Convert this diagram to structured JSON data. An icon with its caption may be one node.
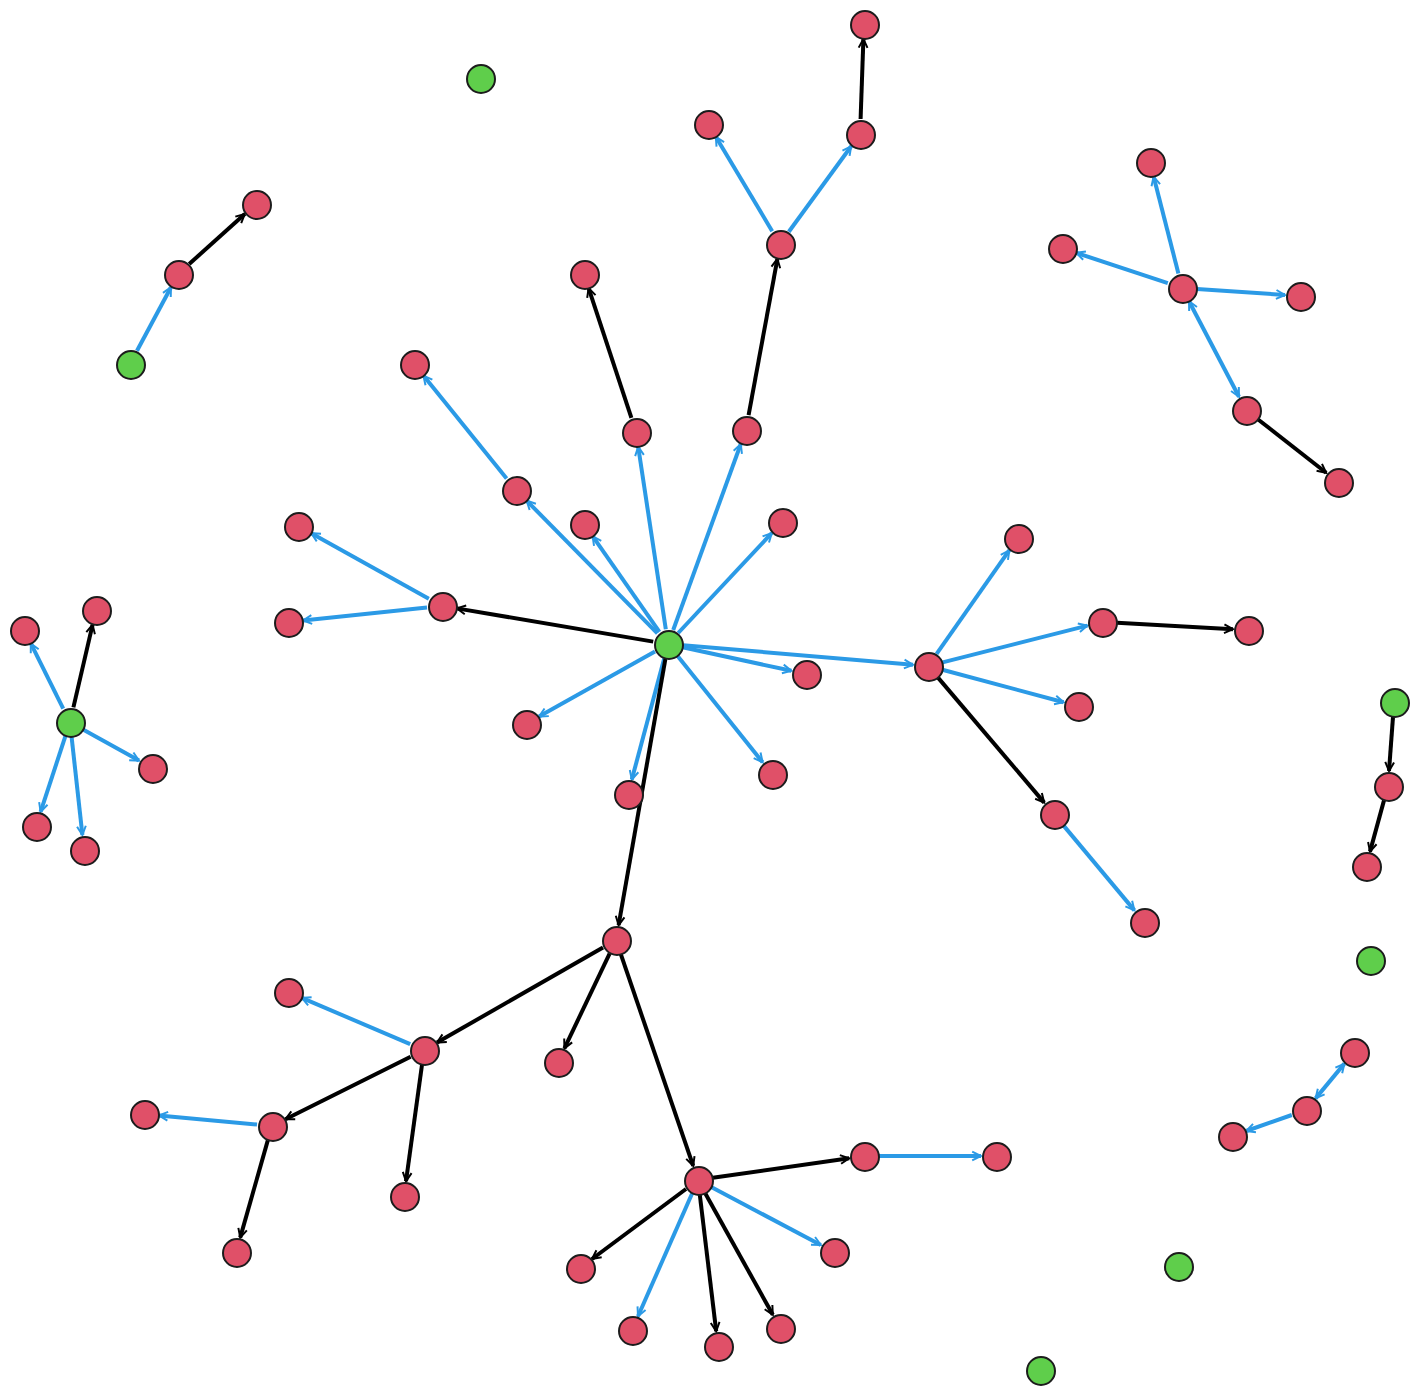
{
  "diagram": {
    "nodes": [
      {
        "text": [],
        "shape": "circle"
      },
      {
        "text": [],
        "shape": "circle"
      },
      {
        "text": [],
        "shape": "circle"
      },
      {
        "text": [],
        "shape": "circle"
      },
      {
        "text": [],
        "shape": "circle"
      },
      {
        "text": [],
        "shape": "circle"
      },
      {
        "text": [],
        "shape": "circle"
      },
      {
        "text": [],
        "shape": "circle"
      },
      {
        "text": [],
        "shape": "circle"
      },
      {
        "text": [],
        "shape": "circle"
      },
      {
        "text": [],
        "shape": "circle"
      },
      {
        "text": [],
        "shape": "circle"
      },
      {
        "text": [],
        "shape": "circle"
      },
      {
        "text": [],
        "shape": "circle"
      },
      {
        "text": [],
        "shape": "circle"
      },
      {
        "text": [],
        "shape": "circle"
      },
      {
        "text": [],
        "shape": "circle"
      },
      {
        "text": [],
        "shape": "circle"
      },
      {
        "text": [],
        "shape": "circle"
      },
      {
        "text": [],
        "shape": "circle"
      },
      {
        "text": [],
        "shape": "circle"
      },
      {
        "text": [],
        "shape": "circle"
      },
      {
        "text": [],
        "shape": "circle"
      },
      {
        "text": [],
        "shape": "circle"
      },
      {
        "text": [],
        "shape": "circle"
      },
      {
        "text": [],
        "shape": "circle"
      },
      {
        "text": [],
        "shape": "circle"
      },
      {
        "text": [],
        "shape": "circle"
      },
      {
        "text": [],
        "shape": "circle"
      },
      {
        "text": [],
        "shape": "circle"
      },
      {
        "text": [],
        "shape": "circle"
      },
      {
        "text": [],
        "shape": "circle"
      },
      {
        "text": [],
        "shape": "circle"
      },
      {
        "text": [],
        "shape": "circle"
      },
      {
        "text": [],
        "shape": "circle"
      },
      {
        "text": [],
        "shape": "circle"
      },
      {
        "text": [],
        "shape": "circle"
      },
      {
        "text": [],
        "shape": "circle"
      },
      {
        "text": [],
        "shape": "circle"
      },
      {
        "text": [],
        "shape": "circle"
      },
      {
        "text": [],
        "shape": "circle"
      },
      {
        "text": [],
        "shape": "circle"
      },
      {
        "text": [],
        "shape": "circle"
      },
      {
        "text": [],
        "shape": "circle"
      },
      {
        "text": [],
        "shape": "circle"
      },
      {
        "text": [],
        "shape": "circle"
      },
      {
        "text": [],
        "shape": "circle"
      },
      {
        "text": [],
        "shape": "circle"
      },
      {
        "text": [],
        "shape": "circle"
      },
      {
        "text": [],
        "shape": "circle"
      },
      {
        "text": [],
        "shape": "circle"
      },
      {
        "text": [],
        "shape": "circle"
      },
      {
        "text": [],
        "shape": "circle"
      },
      {
        "text": [],
        "shape": "circle"
      },
      {
        "text": [],
        "shape": "circle"
      },
      {
        "text": [],
        "shape": "circle"
      },
      {
        "text": [],
        "shape": "circle"
      },
      {
        "text": [],
        "shape": "circle"
      },
      {
        "text": [],
        "shape": "circle"
      },
      {
        "text": [],
        "shape": "circle"
      },
      {
        "text": [],
        "shape": "circle"
      },
      {
        "text": [],
        "shape": "circle"
      },
      {
        "text": [],
        "shape": "circle"
      },
      {
        "text": [],
        "shape": "circle"
      },
      {
        "text": [],
        "shape": "circle"
      },
      {
        "text": [],
        "shape": "circle"
      },
      {
        "text": [],
        "shape": "circle"
      }
    ],
    "edges": [
      {
        "from": 29,
        "to": 23,
        "arrow": "to",
        "color": "#000000"
      },
      {
        "from": 23,
        "to": 21,
        "arrow": "to"
      },
      {
        "from": 23,
        "to": 25,
        "arrow": "to"
      },
      {
        "from": 29,
        "to": 18,
        "arrow": "to"
      },
      {
        "from": 18,
        "to": 13,
        "arrow": "to"
      },
      {
        "from": 29,
        "to": 20,
        "arrow": "to"
      },
      {
        "from": 29,
        "to": 16,
        "arrow": "to"
      },
      {
        "from": 16,
        "to": 9,
        "arrow": "to",
        "color": "#000000"
      },
      {
        "from": 29,
        "to": 15,
        "arrow": "to"
      },
      {
        "from": 15,
        "to": 6,
        "arrow": "to",
        "color": "#000000"
      },
      {
        "from": 6,
        "to": 2,
        "arrow": "to"
      },
      {
        "from": 6,
        "to": 3,
        "arrow": "to"
      },
      {
        "from": 3,
        "to": 0,
        "arrow": "to",
        "color": "#000000"
      },
      {
        "from": 29,
        "to": 19,
        "arrow": "to"
      },
      {
        "from": 29,
        "to": 31,
        "arrow": "to"
      },
      {
        "from": 29,
        "to": 30,
        "arrow": "to"
      },
      {
        "from": 29,
        "to": 37,
        "arrow": "to"
      },
      {
        "from": 29,
        "to": 35,
        "arrow": "to"
      },
      {
        "from": 29,
        "to": 39,
        "arrow": "to"
      },
      {
        "from": 29,
        "to": 45,
        "arrow": "to",
        "color": "#000000"
      },
      {
        "from": 30,
        "to": 22,
        "arrow": "to"
      },
      {
        "from": 30,
        "to": 26,
        "arrow": "to"
      },
      {
        "from": 30,
        "to": 33,
        "arrow": "to"
      },
      {
        "from": 30,
        "to": 40,
        "arrow": "to",
        "color": "#000000"
      },
      {
        "from": 26,
        "to": 28,
        "arrow": "to",
        "color": "#000000"
      },
      {
        "from": 40,
        "to": 44,
        "arrow": "to"
      },
      {
        "from": 45,
        "to": 48,
        "arrow": "to",
        "color": "#000000"
      },
      {
        "from": 45,
        "to": 50,
        "arrow": "to",
        "color": "#000000"
      },
      {
        "from": 45,
        "to": 57,
        "arrow": "to",
        "color": "#000000"
      },
      {
        "from": 48,
        "to": 47,
        "arrow": "to"
      },
      {
        "from": 48,
        "to": 53,
        "arrow": "to",
        "color": "#000000"
      },
      {
        "from": 48,
        "to": 58,
        "arrow": "to",
        "color": "#000000"
      },
      {
        "from": 53,
        "to": 52,
        "arrow": "to"
      },
      {
        "from": 53,
        "to": 60,
        "arrow": "to",
        "color": "#000000"
      },
      {
        "from": 57,
        "to": 55,
        "arrow": "to",
        "color": "#000000"
      },
      {
        "from": 55,
        "to": 56,
        "arrow": "to"
      },
      {
        "from": 57,
        "to": 59,
        "arrow": "to"
      },
      {
        "from": 57,
        "to": 62,
        "arrow": "to",
        "color": "#000000"
      },
      {
        "from": 57,
        "to": 64,
        "arrow": "to"
      },
      {
        "from": 57,
        "to": 65,
        "arrow": "to",
        "color": "#000000"
      },
      {
        "from": 57,
        "to": 63,
        "arrow": "to",
        "color": "#000000"
      },
      {
        "from": 12,
        "to": 8,
        "arrow": "to"
      },
      {
        "from": 8,
        "to": 5,
        "arrow": "to",
        "color": "#000000"
      },
      {
        "from": 34,
        "to": 24,
        "arrow": "to",
        "color": "#000000"
      },
      {
        "from": 34,
        "to": 27,
        "arrow": "to"
      },
      {
        "from": 34,
        "to": 36,
        "arrow": "to"
      },
      {
        "from": 34,
        "to": 41,
        "arrow": "to"
      },
      {
        "from": 34,
        "to": 42,
        "arrow": "to"
      },
      {
        "from": 10,
        "to": 4,
        "arrow": "to"
      },
      {
        "from": 10,
        "to": 7,
        "arrow": "to"
      },
      {
        "from": 10,
        "to": 11,
        "arrow": "to"
      },
      {
        "from": 10,
        "to": 14,
        "arrow": "both"
      },
      {
        "from": 14,
        "to": 17,
        "arrow": "to",
        "color": "#000000"
      },
      {
        "from": 32,
        "to": 38,
        "arrow": "to",
        "color": "#000000"
      },
      {
        "from": 38,
        "to": 43,
        "arrow": "to",
        "color": "#000000"
      },
      {
        "from": 49,
        "to": 51,
        "arrow": "both"
      },
      {
        "from": 51,
        "to": 54,
        "arrow": "to"
      }
    ]
  }
}
